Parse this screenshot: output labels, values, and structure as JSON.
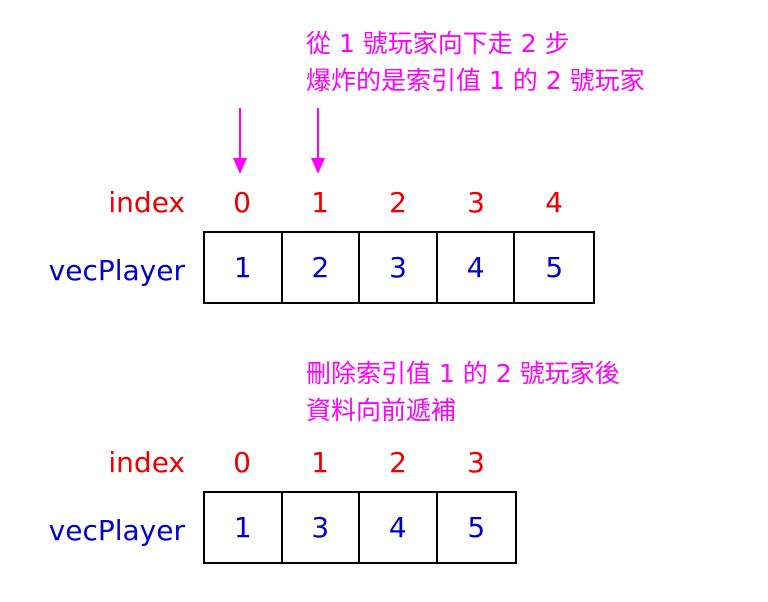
{
  "top_caption": {
    "line1": "從 1 號玩家向下走 2 步",
    "line2": "爆炸的是索引值 1 的 2 號玩家"
  },
  "top": {
    "index_label": "index",
    "vec_label": "vecPlayer",
    "indices": [
      "0",
      "1",
      "2",
      "3",
      "4"
    ],
    "values": [
      "1",
      "2",
      "3",
      "4",
      "5"
    ]
  },
  "bottom_caption": {
    "line1": "刪除索引值 1 的 2 號玩家後",
    "line2": "資料向前遞補"
  },
  "bottom": {
    "index_label": "index",
    "vec_label": "vecPlayer",
    "indices": [
      "0",
      "1",
      "2",
      "3"
    ],
    "values": [
      "1",
      "3",
      "4",
      "5"
    ]
  },
  "colors": {
    "caption": "#ff00ff",
    "index": "#ee0000",
    "value": "#0000cc",
    "arrow": "#ff00ff"
  }
}
